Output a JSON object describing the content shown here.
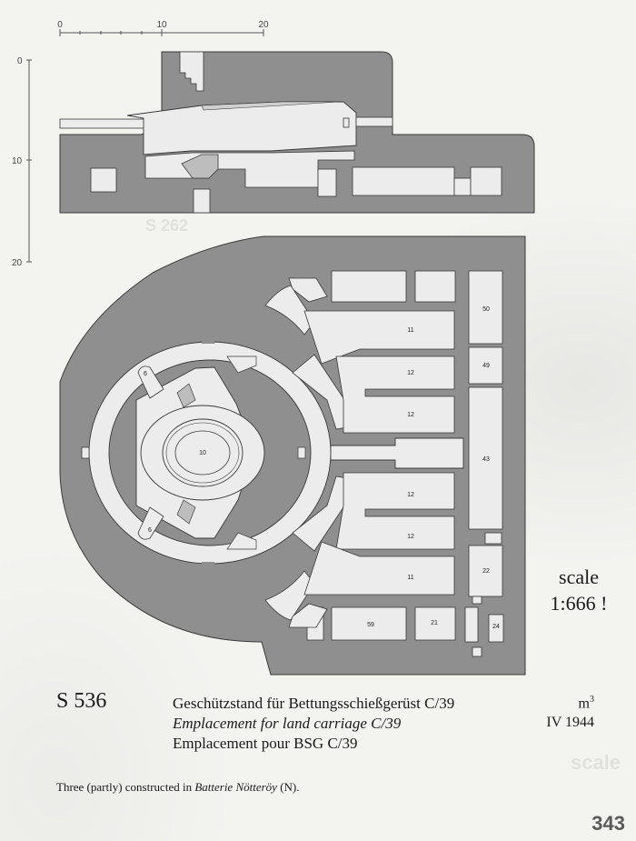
{
  "scale_bar": {
    "labels": [
      "0",
      "10",
      "20"
    ]
  },
  "vertical_scale": {
    "labels": [
      "0",
      "10",
      "20"
    ]
  },
  "rooms": {
    "r50": "50",
    "r49": "49",
    "r43": "43",
    "r22": "22",
    "r24": "24",
    "r11a": "11",
    "r12a": "12",
    "r12b": "12",
    "r12c": "12",
    "r12d": "12",
    "r11b": "11",
    "r59": "59",
    "r21": "21",
    "r10": "10",
    "r6a": "6",
    "r6b": "6"
  },
  "scale_note": {
    "line1": "scale",
    "line2": "1:666 !"
  },
  "caption": {
    "code": "S 536",
    "german": "Geschützstand für Bettungsschießgerüst C/39",
    "english": "Emplacement for land carriage C/39",
    "french": "Emplacement pour BSG C/39",
    "unit": "m",
    "unit_sup": "3",
    "date": "IV 1944"
  },
  "footnote": {
    "prefix": "Three (partly) constructed in ",
    "battery": "Batterie Nötteröy",
    "suffix": " (N)."
  },
  "page_number": "343",
  "ghost_text": {
    "s262": "S 262",
    "scale": "scale"
  },
  "colors": {
    "concrete": "#8f8f8f",
    "room": "#ececec",
    "ink": "#3a3a3a"
  }
}
